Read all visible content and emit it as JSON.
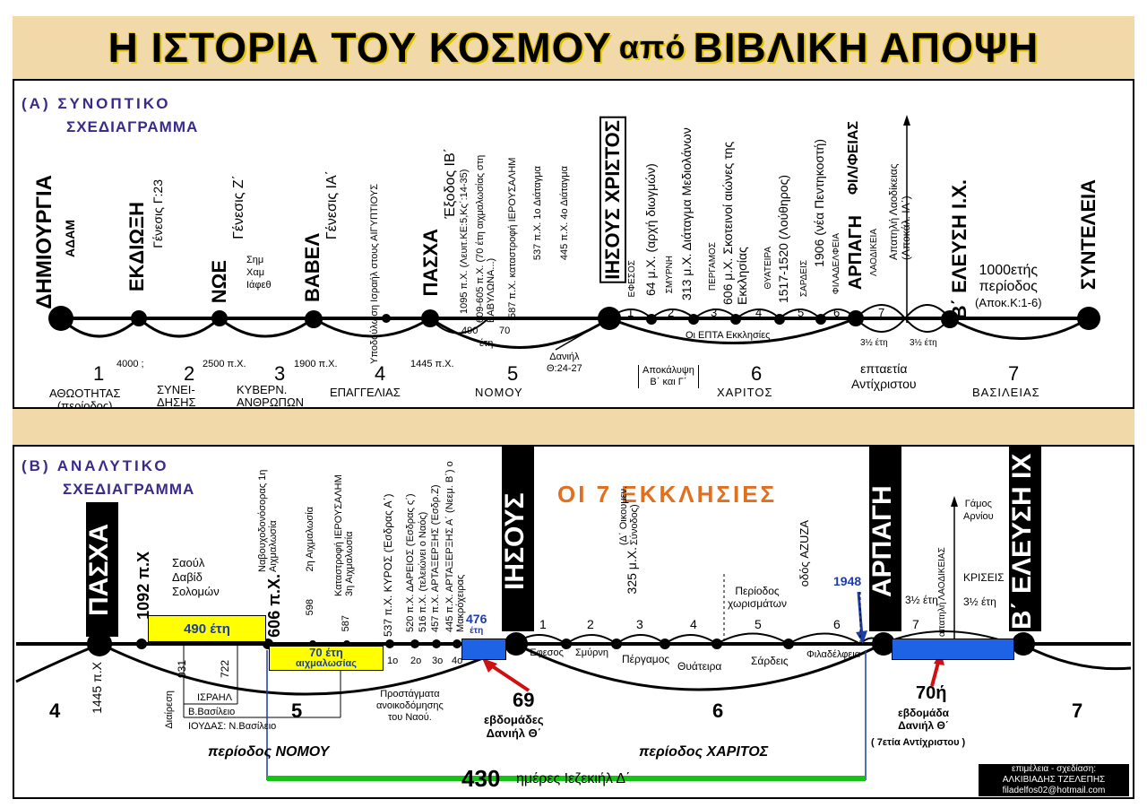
{
  "title": {
    "part1": "Η ΙΣΤΟΡΙΑ ΤΟΥ ΚΟΣΜΟΥ",
    "part2": "από",
    "part3": "ΒΙΒΛΙΚΗ ΑΠΟΨΗ"
  },
  "sectionA": {
    "title1": "(Α) ΣΥΝΟΠΤΙΚΟ",
    "title2": "ΣΧΕΔΙΑΓΡΑΜΜΑ",
    "vertical": {
      "dim": "ΔΗΜΙΟΥΡΓΙΑ",
      "adam": "ΑΔΑΜ",
      "ekdioxi": "ΕΚΔΙΩΞΗ",
      "gen323": "Γένεσις Γ:23",
      "noe": "ΝΩΕ",
      "gen7": "Γένεσις Ζ΄",
      "vavel": "ΒΑΒΕΛ",
      "gen11": "Γένεσις ΙΑ΄",
      "ypod": "Υποδούλωση Ισραήλ στους ΑΙΓΥΠΤΙΟΥΣ",
      "pasxa": "ΠΑΣΧΑ",
      "exod12": "Έξοδος ΙΒ΄",
      "e1095": "1095 π.Χ. (Λευιτ.ΚΕ:5,Κς΄:14-35)",
      "e609": "609-605 π.Χ. (70 έτη αιχμαλωσίας στη ΒΑΒΥΛΩΝΑ...)",
      "e587": "587 π.Χ. καταστροφή ΙΕΡΟΥΣΑΛΗΜ",
      "e537": "537 π.Χ. 1ο Διάταγμα",
      "e445": "445 π.Χ. 4ο Διάταγμα",
      "iisous": "ΙΗΣΟΥΣ ΧΡΙΣΤΟΣ",
      "efesos": "ΕΦΕΣΟΣ",
      "e64": "64 μ.Χ. (αρχή διωγμών)",
      "smyrni": "ΣΜΥΡΝΗ",
      "e313": "313 μ.Χ. Διάταγμα Μεδιολάνων",
      "pergamos": "ΠΕΡΓΑΜΟΣ",
      "e606": "606 μ.Χ. Σκοτεινοί αιώνες της Εκκλησίας",
      "thyateira": "ΘΥΑΤΕΙΡΑ",
      "e1517": "1517-1520 (Λούθηρος)",
      "sardeis": "ΣΑΡΔΕΙΣ",
      "e1906": "1906 (νέα Πεντηκοστή)",
      "filadelfeia": "ΦΙΛΑΔΕΛΦΕΙΑ",
      "arpagi": "ΑΡΠΑΓΗ",
      "filfeias": "ΦΙΛ/ΦΕΙΑΣ",
      "laodikeia": "ΛΑΟΔΙΚΕΙΑ",
      "apatilao": "Απατηλή Λαοδίκειας (Αποκάλ. ΙΑ΄)",
      "eleysi": "Β΄ ΕΛΕΥΣΗ Ι.Χ.",
      "synteleia": "ΣΥΝΤΕΛΕΙΑ"
    },
    "horiz": {
      "sim": "Σημ",
      "xam": "Χαμ",
      "iafeth": "Ιάφεθ",
      "millennium1": "1000ετής",
      "millennium2": "περίοδος",
      "millennium3": "(Αποκ.Κ:1-6)",
      "y4000": "4000 ;",
      "y2500": "2500 π.Χ.",
      "y1900": "1900 π.Χ.",
      "y1445": "1445 π.Χ.",
      "n490": "490",
      "eti": "έτη",
      "n70": "70",
      "daniil1": "Δανιήλ",
      "daniil2": "Θ:24-27",
      "epta": "Οι ΕΠΤΑ Εκκλησίες",
      "apok1": "Αποκάλυψη",
      "apok2": "Β΄ και Γ΄",
      "half1": "3½ έτη",
      "half2": "3½ έτη",
      "eptaetia": "επταετία",
      "antixristou": "Αντίχριστου",
      "c1": "1",
      "c2": "2",
      "c3": "3",
      "c4": "4",
      "c5": "5",
      "c6": "6",
      "c7": "7"
    },
    "periods": [
      {
        "n": "1",
        "l1": "ΑΘΩΟΤΗΤΑΣ",
        "l2": "(περίοδος)"
      },
      {
        "n": "2",
        "l1": "ΣΥΝΕΙ-",
        "l2": "ΔΗΣΗΣ"
      },
      {
        "n": "3",
        "l1": "ΚΥΒΕΡΝ.",
        "l2": "ΑΝΘΡΩΠΩΝ"
      },
      {
        "n": "4",
        "l1": "ΕΠΑΓΓΕΛΙΑΣ",
        "l2": ""
      },
      {
        "n": "5",
        "l1": "ΝΟΜΟΥ",
        "l2": ""
      },
      {
        "n": "6",
        "l1": "ΧΑΡΙΤΟΣ",
        "l2": ""
      },
      {
        "n": "7",
        "l1": "ΒΑΣΙΛΕΙΑΣ",
        "l2": ""
      }
    ]
  },
  "sectionB": {
    "title1": "(Β) ΑΝΑΛΥΤΙΚΟ",
    "title2": "ΣΧΕΔΙΑΓΡΑΜΜΑ",
    "churches_title": "ΟΙ 7 ΕΚΚΛΗΣΙΕΣ",
    "bars": {
      "pasxa": "ΠΑΣΧΑ",
      "iisous": "ΙΗΣΟΥΣ",
      "arpagi": "ΑΡΠΑΓΗ",
      "eleysi": "Β΄ ΕΛΕΥΣΗ ΙΧ"
    },
    "vertical": {
      "y1092": "1092 π.Χ",
      "nabu": "Ναβουχοδονόσορας 1η Αιχμαλωσία",
      "y606": "606 π.Χ.",
      "aixm2": "2η Αιχμαλωσία",
      "y598": "598",
      "katastr": "Καταστροφή ΙΕΡΟΥΣΑΛΗΜ 3η Αιχμαλωσία",
      "y587": "587",
      "y537": "537 π.Χ. ΚΥΡΟΣ (Έσδρας Α΄)",
      "y520": "520 π.Χ. ΔΑΡΕΙΟΣ (Έσδρας ς΄)",
      "y516": "516 π.Χ. (τελειώνει ο Ναός)",
      "y457": "457 π.Χ. ΑΡΤΑΞΕΡΞΗΣ (Έσδρ.Ζ)",
      "y445": "445 π.Χ. ΑΡΤΑΞΕΡΞΗΣ Α΄ (Νεεμ. Β΄) ο Μακρόχειρας",
      "oikoumen": "(Δ΄ Οικουμεν. Σύνοδος)",
      "y325": "325 μ.Χ.",
      "azuza": "οδός AZUZA",
      "y931": "931",
      "y722": "722",
      "y1445": "1445 π.Χ",
      "diairesi": "Διαίρεση",
      "apatilao": "απατηλή ΛΑΟΔΙΚΕΙΑΣ"
    },
    "horiz": {
      "saoul": "Σαούλ",
      "david": "Δαβίδ",
      "solomon": "Σολομών",
      "box490": "490 έτη",
      "box70a": "70 έτη",
      "box70b": "αιχμαλωσίας",
      "d1": "1ο",
      "d2": "2ο",
      "d3": "3ο",
      "d4": "4ο",
      "box476a": "476",
      "box476b": "έτη",
      "c1": "1",
      "c2": "2",
      "c3": "3",
      "c4": "4",
      "c5": "5",
      "c6": "6",
      "c7": "7",
      "efesos": "Έφεσος",
      "smyrni": "Σμύρνη",
      "pergamos": "Πέργαμος",
      "thyateira": "Θυάτειρα",
      "sardeis": "Σάρδεις",
      "filadelfeia": "Φιλαδέλφεια",
      "period1": "Περίοδος",
      "period2": "χωρισμάτων",
      "y1948": "1948",
      "gamos1": "Γάμος",
      "gamos2": "Αρνίου",
      "half1": "3½ έτη",
      "half2": "3½ έτη",
      "kriseis": "ΚΡΙΣΕΙΣ",
      "israil": "ΙΣΡΑΗΛ",
      "vvasileio": "Β.Βασίλειο",
      "ioudas": "ΙΟΥΔΑΣ: Ν.Βασίλειο",
      "prost1": "Προστάγματα",
      "prost2": "ανοικοδόμησης",
      "prost3": "του Ναού.",
      "n69": "69",
      "ebd1": "εβδομάδες",
      "ebd2": "Δανιήλ Θ΄",
      "n70h": "70ή",
      "ebd3": "εβδομάδα",
      "ebd4": "Δανιήλ Θ΄",
      "ebd5": "( 7ετία Αντίχριστου )",
      "p4": "4",
      "p5": "5",
      "p6": "6",
      "p7": "7",
      "nomou": "περίοδος ΝΟΜΟΥ",
      "xaritos": "περίοδος ΧΑΡΙΤΟΣ",
      "n430": "430",
      "iez": "ημέρες Ιεζεκιήλ Δ΄"
    },
    "credit": {
      "l1": "επιμέλεια - σχεδίαση:",
      "l2": "ΑΛΚΙΒΙΑΔΗΣ ΤΖΕΛΕΠΗΣ",
      "l3": "filadelfos02@hotmail.com"
    }
  },
  "colors": {
    "title_bg": "#f1d9aa",
    "section_title": "#3a2a8a",
    "yellow_box": "#ffff00",
    "blue_box": "#1e62e6",
    "green_line": "#17c217",
    "red_accent": "#d01010",
    "churches_title": "#e07020"
  }
}
